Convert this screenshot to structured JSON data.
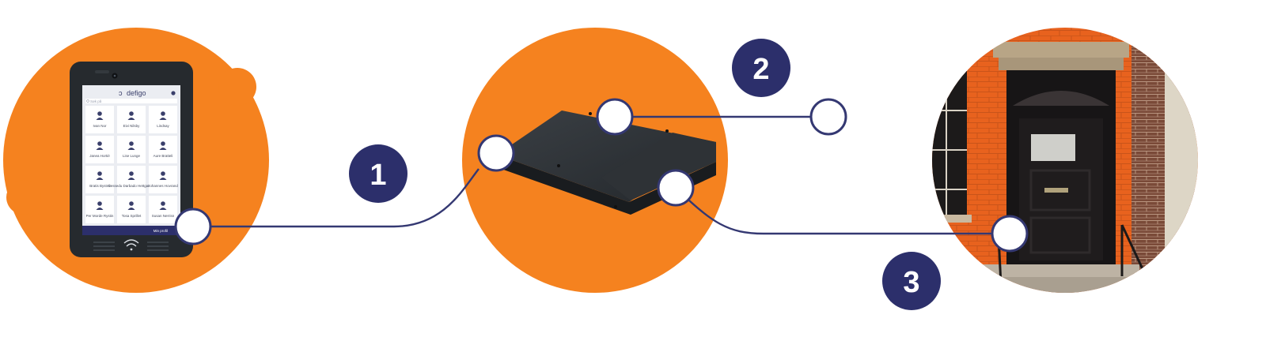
{
  "palette": {
    "orange": "#f5821f",
    "navy": "#2c2f6b",
    "line": "#343872",
    "device": "#262a2e"
  },
  "tablet": {
    "brand": "defigo",
    "search_placeholder": "Søk på",
    "bottom_label": "Min profil",
    "icons": [
      "camera-icon",
      "settings-icon",
      "search-icon",
      "person-icon",
      "wifi-icon"
    ],
    "tiles": [
      {
        "name": "Ivan Nor"
      },
      {
        "name": "Eivi Nilsby"
      },
      {
        "name": "Lindsay"
      },
      {
        "name": "Janea Hortié"
      },
      {
        "name": "Lise Lunge"
      },
      {
        "name": "Aure Bratteli"
      },
      {
        "name": "Bratis Bystrd"
      },
      {
        "name": "Nessedu Darbado Hettgatsas"
      },
      {
        "name": "Johannes Hovrand"
      },
      {
        "name": "Per Morde Rystin"
      },
      {
        "name": "Tosa Sprillet"
      },
      {
        "name": "Susan Nerrisn"
      }
    ]
  },
  "steps": [
    {
      "label": "1"
    },
    {
      "label": "2"
    },
    {
      "label": "3"
    }
  ]
}
